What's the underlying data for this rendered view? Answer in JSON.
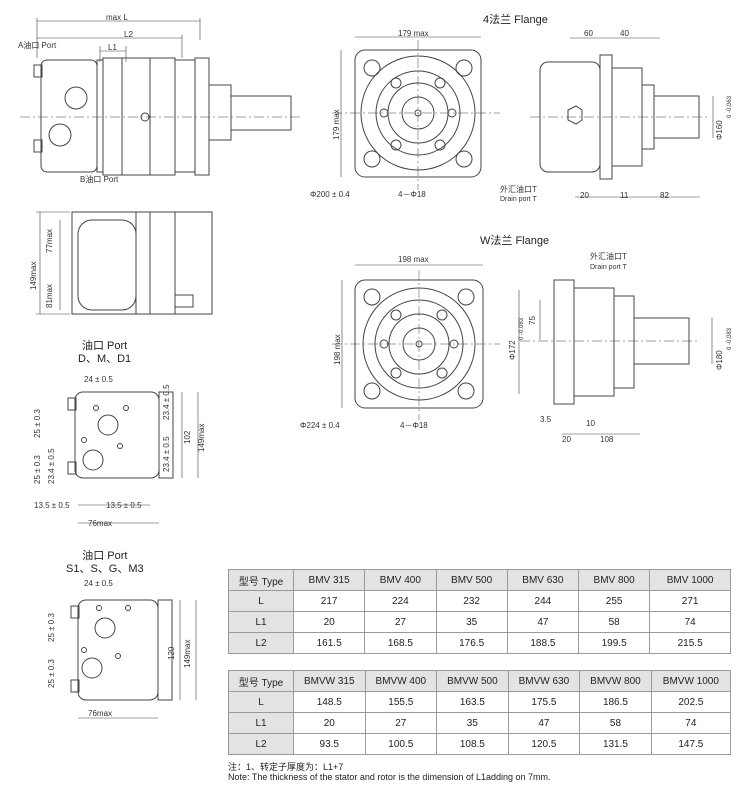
{
  "motor_side": {
    "max_l": "max L",
    "l2": "L2",
    "l1": "L1",
    "port_a": "A油口 Port",
    "port_b": "B油口 Port"
  },
  "end_view": {
    "dim_149": "149max",
    "dim_77": "77max",
    "dim_81": "81max"
  },
  "flange4": {
    "title": "4法兰 Flange",
    "dim_179w": "179 max",
    "dim_179h": "179 max",
    "dim_200": "Φ200 ± 0.4",
    "dim_holes": "4－Φ18",
    "dim_60": "60",
    "dim_40": "40",
    "dim_160": "Φ160",
    "tol_160": "0 -0.063",
    "drain_cn": "外汇油口T",
    "drain_en": "Drain port T",
    "dim_20": "20",
    "dim_11": "11",
    "dim_82": "82"
  },
  "flangeW": {
    "title": "W法兰 Flange",
    "dim_198w": "198 max",
    "dim_198h": "198 max",
    "dim_224": "Φ224 ± 0.4",
    "dim_holes": "4－Φ18",
    "drain_cn": "外汇油口T",
    "drain_en": "Drain port T",
    "dim_75": "75",
    "dim_172": "Φ172",
    "tol_172": "0 -0.083",
    "dim_180": "Φ180",
    "tol_180": "0 -0.083",
    "dim_3_5": "3.5",
    "dim_10": "10",
    "dim_20": "20",
    "dim_108": "108"
  },
  "port_d": {
    "title_cn": "油口 Port",
    "title_en": "D、M、D1",
    "dim_24": "24 ± 0.5",
    "dim_23_4a": "23.4 ± 0.5",
    "dim_23_4b": "23.4 ± 0.5",
    "dim_102": "102",
    "dim_149": "149max",
    "dim_25a": "25 ± 0.3",
    "dim_25b": "25 ± 0.3",
    "dim_23_4c": "23.4 ± 0.5",
    "dim_13_5a": "13.5 ± 0.5",
    "dim_13_5b": "13.5 ± 0.5",
    "dim_76": "76max"
  },
  "port_s": {
    "title_cn": "油口 Port",
    "title_en": "S1、S、G、M3",
    "dim_24": "24 ± 0.5",
    "dim_25a": "25 ± 0.3",
    "dim_25b": "25 ± 0.3",
    "dim_120": "120",
    "dim_149": "149max",
    "dim_76": "76max"
  },
  "table_bmv": {
    "header": [
      "型号 Type",
      "BMV 315",
      "BMV 400",
      "BMV 500",
      "BMV 630",
      "BMV 800",
      "BMV 1000"
    ],
    "rows": [
      [
        "L",
        "217",
        "224",
        "232",
        "244",
        "255",
        "271"
      ],
      [
        "L1",
        "20",
        "27",
        "35",
        "47",
        "58",
        "74"
      ],
      [
        "L2",
        "161.5",
        "168.5",
        "176.5",
        "188.5",
        "199.5",
        "215.5"
      ]
    ]
  },
  "table_bmvw": {
    "header": [
      "型号 Type",
      "BMVW 315",
      "BMVW 400",
      "BMVW 500",
      "BMVW 630",
      "BMVW 800",
      "BMVW 1000"
    ],
    "rows": [
      [
        "L",
        "148.5",
        "155.5",
        "163.5",
        "175.5",
        "186.5",
        "202.5"
      ],
      [
        "L1",
        "20",
        "27",
        "35",
        "47",
        "58",
        "74"
      ],
      [
        "L2",
        "93.5",
        "100.5",
        "108.5",
        "120.5",
        "131.5",
        "147.5"
      ]
    ]
  },
  "note": {
    "cn": "注：1、转定子厚度为：L1+7",
    "en": "Note: The thickness of the stator and rotor is the dimension of L1adding on 7mm."
  }
}
